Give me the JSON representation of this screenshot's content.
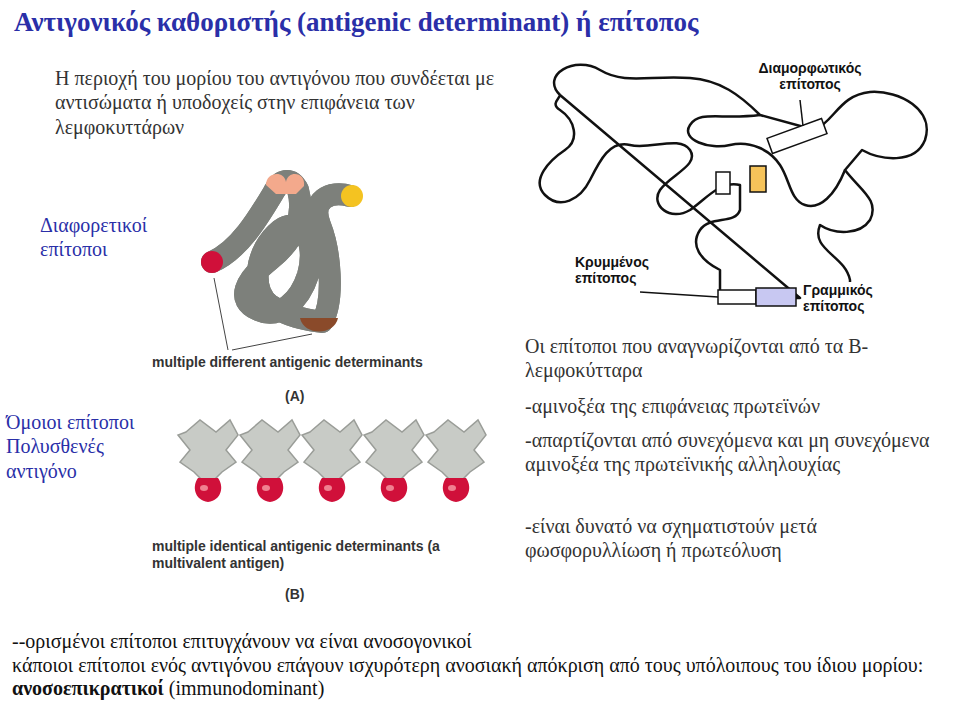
{
  "diagram": {
    "title": "Αντιγονικός καθοριστής (antigenic determinant) ή επίτοπος",
    "labels": [
      "Η περιοχή του μορίου του αντιγόνου που συνδέεται με αντισώματα ή υποδοχείς στην επιφάνεια των λεμφοκυττάρων",
      "Διαφορετικοί επίτοποι",
      "Όμοιοι επίτοποι Πολυσθενές αντιγόνο",
      "multiple different antigenic determinants",
      "(A)",
      "multiple identical antigenic determinants (a multivalent antigen)",
      "(B)",
      "Διαμορφωτικός επίτοπος",
      "Κρυμμένος επίτοπος",
      "Γραμμικός επίτοπος",
      "Οι επίτοποι που αναγνωρίζονται από τα Β- λεμφοκύτταρα",
      "-αμινοξέα της επιφάνειας πρωτεϊνών",
      "-απαρτίζονται από συνεχόμενα και μη συνεχόμενα αμινοξέα της πρωτεϊνικής αλληλουχίας",
      "-είναι δυνατό να σχηματιστούν μετά φωσφορυλλίωση ή πρωτεόλυση",
      "--ορισμένοι επίτοποι επιτυγχάνουν να είναι ανοσογονικοί",
      "κάποιοι επίτοποι ενός αντιγόνου επάγουν ισχυρότερη ανοσιακή απόκριση από τους υπόλοιπους του ίδιου μορίου:",
      "ανοσοεπικρατικοί",
      "(immunodominant)"
    ]
  }
}
